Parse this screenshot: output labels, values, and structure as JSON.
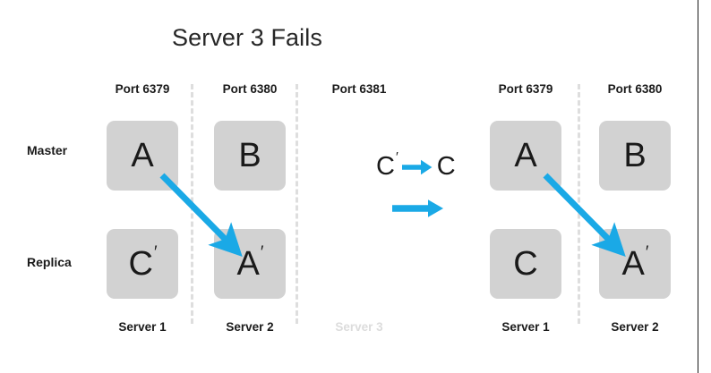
{
  "title": "Server 3 Fails",
  "accent_color": "#1aa9e6",
  "box_color": "#d2d2d2",
  "text_color": "#1a1a1a",
  "faded_color": "#dcdcdc",
  "divider_color": "#dedede",
  "row_labels": {
    "master": "Master",
    "replica": "Replica"
  },
  "before": {
    "columns": [
      {
        "port": "Port 6379",
        "server": "Server 1",
        "failed": false,
        "master": {
          "letter": "A",
          "prime": ""
        },
        "replica": {
          "letter": "C",
          "prime": "′"
        }
      },
      {
        "port": "Port 6380",
        "server": "Server 2",
        "failed": false,
        "master": {
          "letter": "B",
          "prime": ""
        },
        "replica": {
          "letter": "A",
          "prime": "′"
        }
      },
      {
        "port": "Port 6381",
        "server": "Server 3",
        "failed": true,
        "master": null,
        "replica": null
      }
    ]
  },
  "after": {
    "columns": [
      {
        "port": "Port 6379",
        "server": "Server 1",
        "failed": false,
        "master": {
          "letter": "A",
          "prime": ""
        },
        "replica": {
          "letter": "C",
          "prime": ""
        }
      },
      {
        "port": "Port 6380",
        "server": "Server 2",
        "failed": false,
        "master": {
          "letter": "B",
          "prime": ""
        },
        "replica": {
          "letter": "A",
          "prime": "′"
        }
      }
    ]
  },
  "legend": {
    "mapping": {
      "from_letter": "C",
      "from_prime": "′",
      "arrow": "right-arrow-icon",
      "to_letter": "C",
      "to_prime": ""
    },
    "transition_arrow": "right-arrow-icon"
  },
  "promotion_arrows": [
    {
      "name": "promotion-arrow-before",
      "from": "A (Port 6379, Server 1)",
      "to": "A′ (Port 6380, Server 2)"
    },
    {
      "name": "promotion-arrow-after",
      "from": "A (Port 6379, Server 1)",
      "to": "A′ (Port 6380, Server 2)"
    }
  ]
}
